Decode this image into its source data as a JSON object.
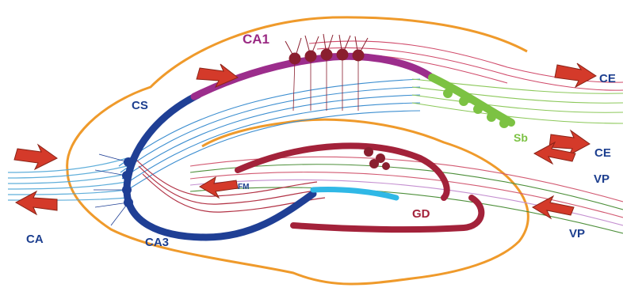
{
  "labels": {
    "ca1": "CA1",
    "cs": "CS",
    "ca3": "CA3",
    "ca": "CA",
    "fm": "FM",
    "gd": "GD",
    "sb": "Sb",
    "ce_top": "CE",
    "ce_mid": "CE",
    "vp_mid": "VP",
    "vp_bottom": "VP"
  },
  "colors": {
    "outline": "#ef9a2b",
    "ca_blue": "#1f3f95",
    "ca1_purple": "#9c2d8c",
    "gyrus_dentate": "#a3223a",
    "light_blue": "#30b8e6",
    "subiculum_green": "#7cc243",
    "arrow_red": "#d43a2a"
  }
}
